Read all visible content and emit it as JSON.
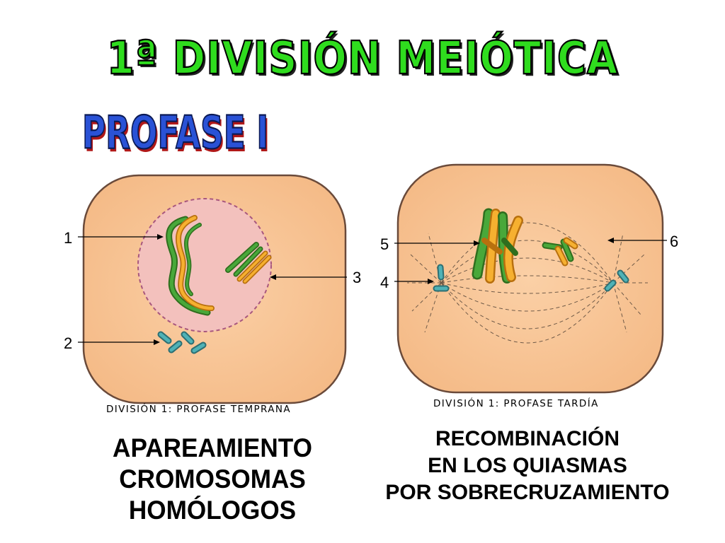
{
  "title": "1ª DIVISIÓN MEIÓTICA",
  "subtitle": "PROFASE I",
  "cell_left": {
    "label": "DIVISIÓN 1: PROFASE TEMPRANA",
    "markers": [
      "1",
      "2",
      "3"
    ]
  },
  "cell_right": {
    "label": "DIVISIÓN 1: PROFASE TARDÍA",
    "markers": [
      "5",
      "4",
      "6"
    ]
  },
  "caption_left": [
    "APAREAMIENTO",
    "CROMOSOMAS",
    "HOMÓLOGOS"
  ],
  "caption_right": [
    "RECOMBINACIÓN",
    "EN LOS QUIASMAS",
    "POR SOBRECRUZAMIENTO"
  ],
  "colors": {
    "title_green": "#2fdc1e",
    "subtitle_blue": "#2a52d6",
    "cell_fill": "#f8c495",
    "nucleus_fill": "#f3c1bd",
    "chromosome_green": "#3f9a2c",
    "chromosome_orange": "#f3a21c",
    "centriole_teal": "#3f9a9e"
  }
}
